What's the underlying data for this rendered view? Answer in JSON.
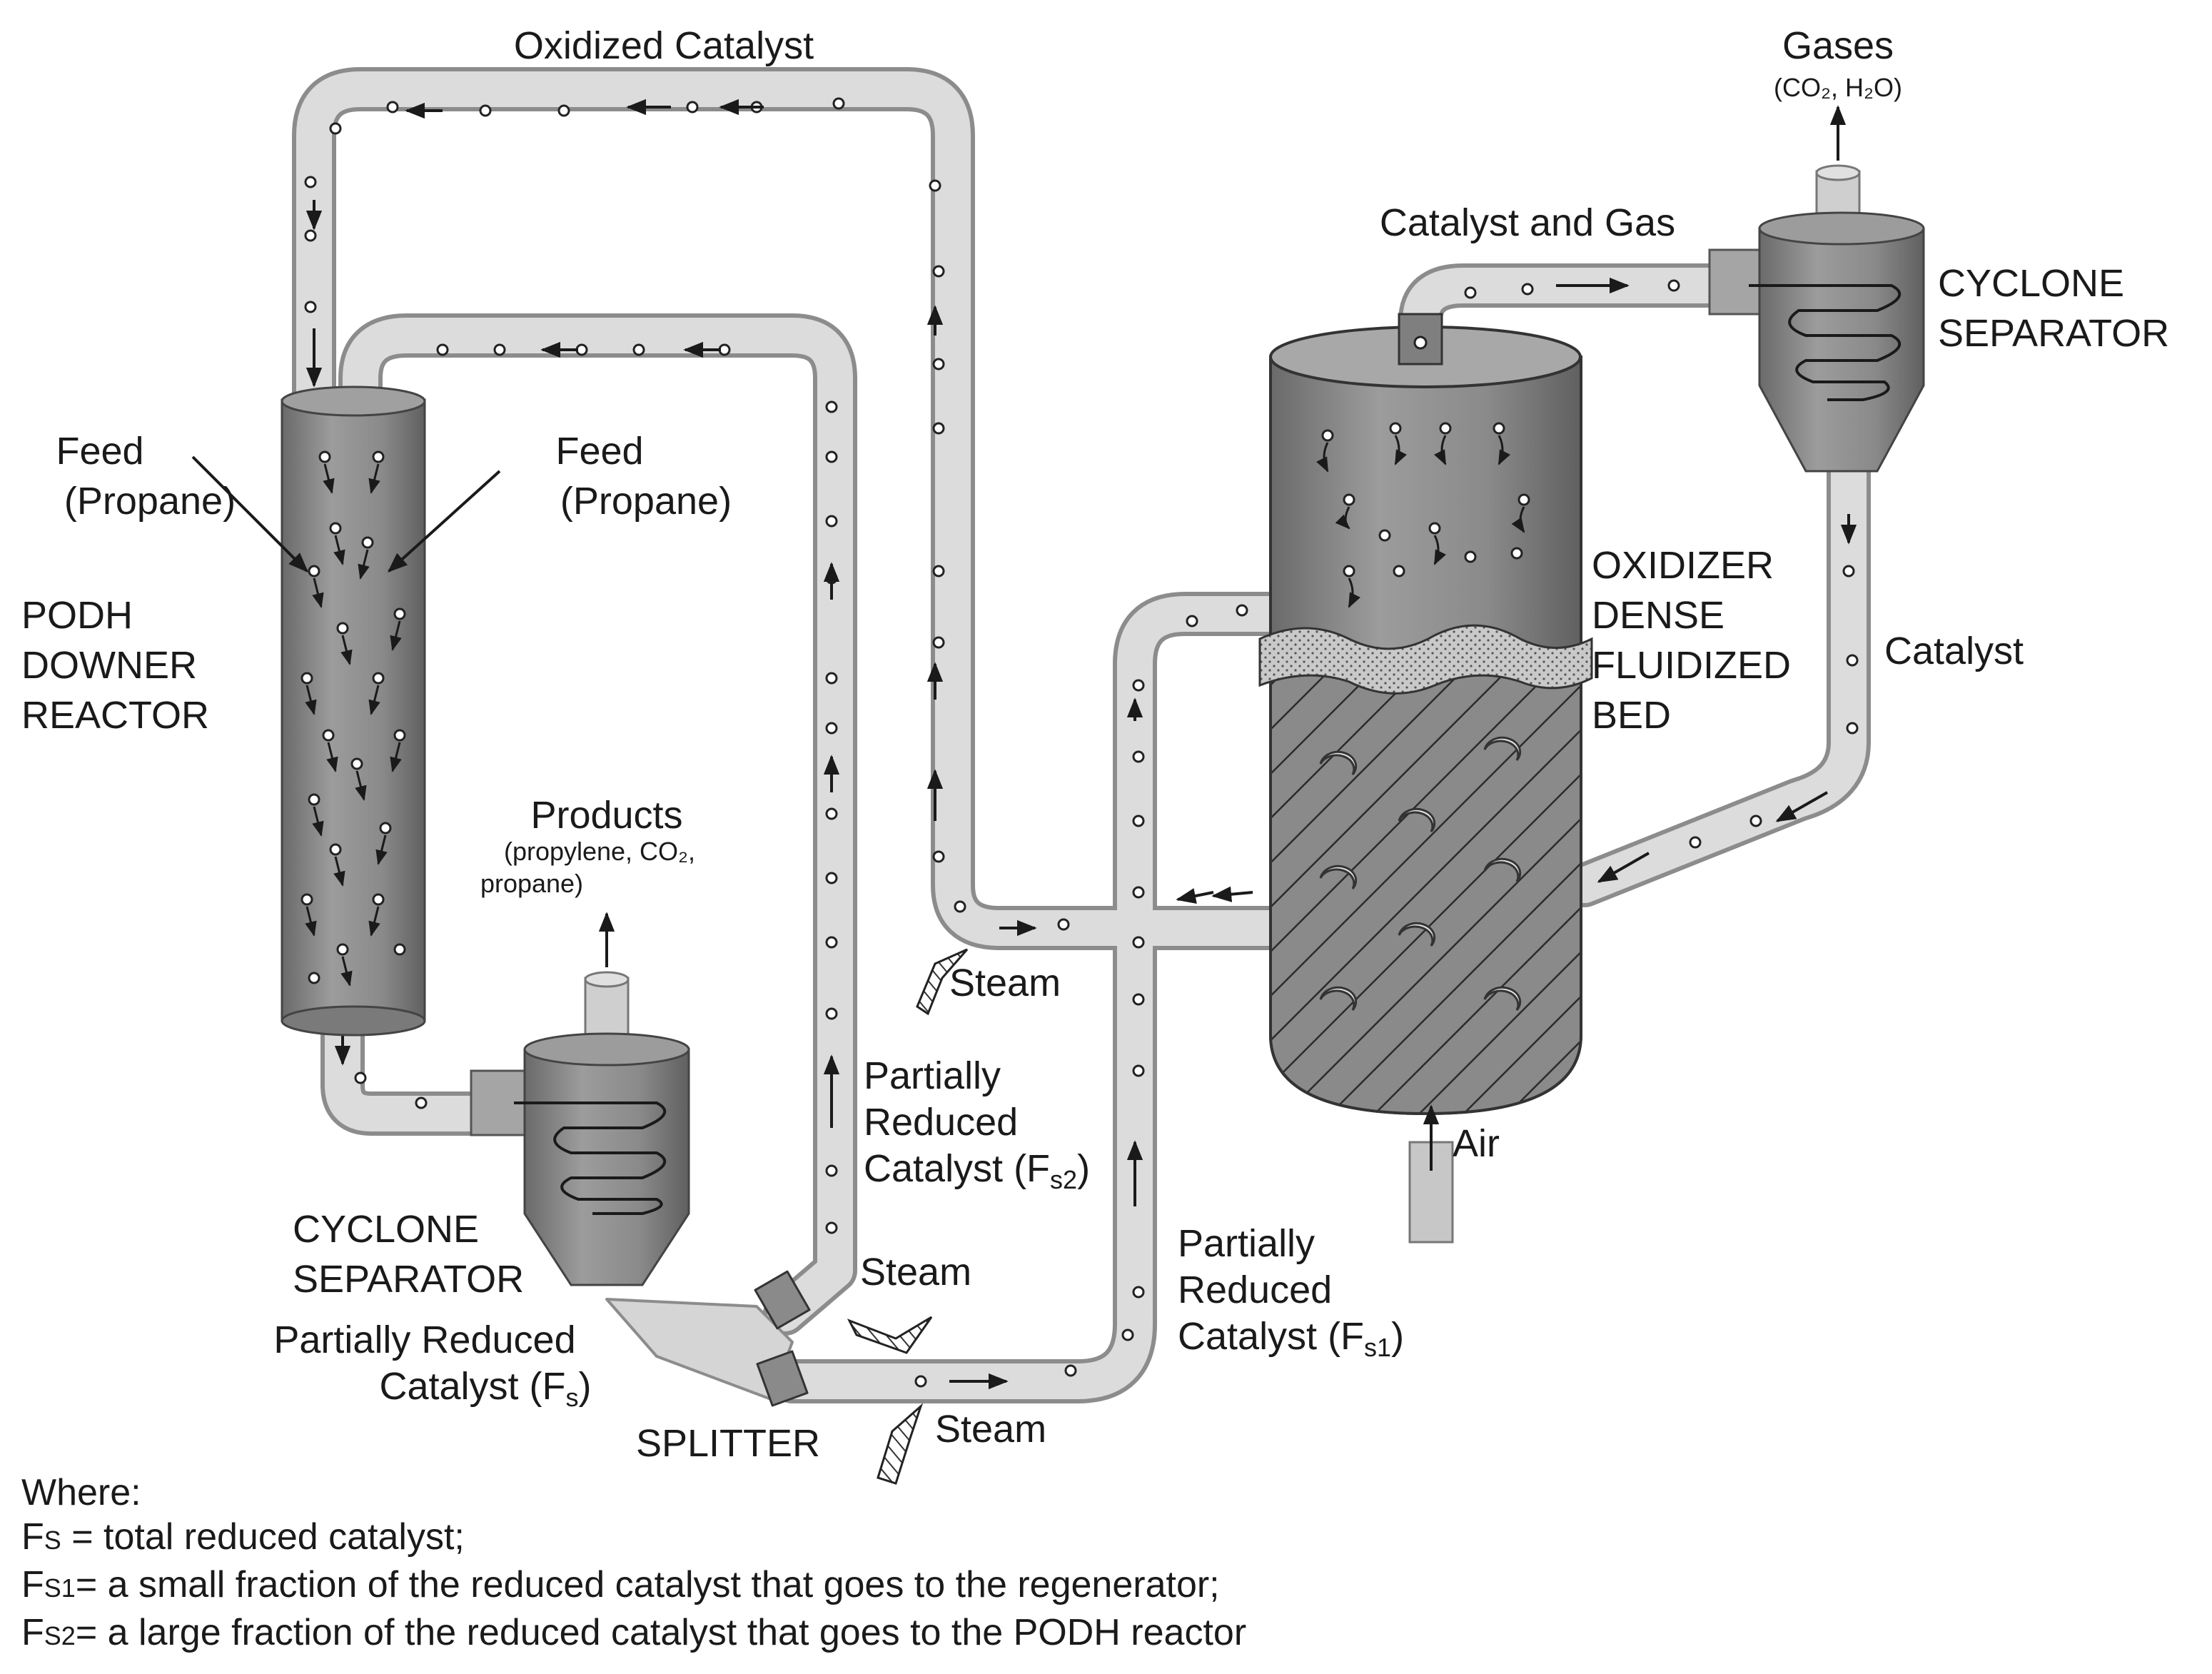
{
  "title_top": "Oxidized Catalyst",
  "labels": {
    "gases": "Gases",
    "gases_formula": "(CO₂, H₂O)",
    "catalyst_and_gas": "Catalyst and Gas",
    "cyclone_right_1": "CYCLONE",
    "cyclone_right_2": "SEPARATOR",
    "feed_left_1": "Feed",
    "feed_left_2": "(Propane)",
    "feed_right_1": "Feed",
    "feed_right_2": "(Propane)",
    "reactor_1": "PODH",
    "reactor_2": "DOWNER",
    "reactor_3": "REACTOR",
    "oxidizer_1": "OXIDIZER",
    "oxidizer_2": "DENSE",
    "oxidizer_3": "FLUIDIZED",
    "oxidizer_4": "BED",
    "catalyst_right": "Catalyst",
    "products": "Products",
    "products_detail_1": "(propylene, CO₂,",
    "products_detail_2": "propane)",
    "steam_1": "Steam",
    "steam_2": "Steam",
    "steam_3": "Steam",
    "air": "Air",
    "prc_fs2_1": "Partially",
    "prc_fs2_2": "Reduced",
    "prc_fs2_3": "Catalyst (F",
    "prc_fs2_sub": "s2",
    "prc_fs2_close": ")",
    "prc_fs1_1": "Partially",
    "prc_fs1_2": "Reduced",
    "prc_fs1_3": "Catalyst (F",
    "prc_fs1_sub": "s1",
    "prc_fs1_close": ")",
    "cyclone_left_1": "CYCLONE",
    "cyclone_left_2": "SEPARATOR",
    "prc_fs_1": "Partially Reduced",
    "prc_fs_2": "Catalyst (F",
    "prc_fs_sub": "s",
    "prc_fs_close": ")",
    "splitter": "SPLITTER"
  },
  "legend": {
    "heading": "Where:",
    "lines": [
      {
        "sym": "F",
        "sub": "S",
        "text": " = total reduced catalyst;"
      },
      {
        "sym": "F",
        "sub": "S1",
        "text": "= a small fraction of the reduced catalyst that goes to the regenerator;"
      },
      {
        "sym": "F",
        "sub": "S2",
        "text": "= a large fraction of the reduced catalyst that goes to the PODH reactor"
      }
    ]
  },
  "colors": {
    "pipe": "#d7d7d7",
    "pipe_edge": "#9a9a9a",
    "vessel": "#8c8c8c",
    "vessel_dark": "#6d6d6d",
    "line": "#1a1a1a"
  }
}
